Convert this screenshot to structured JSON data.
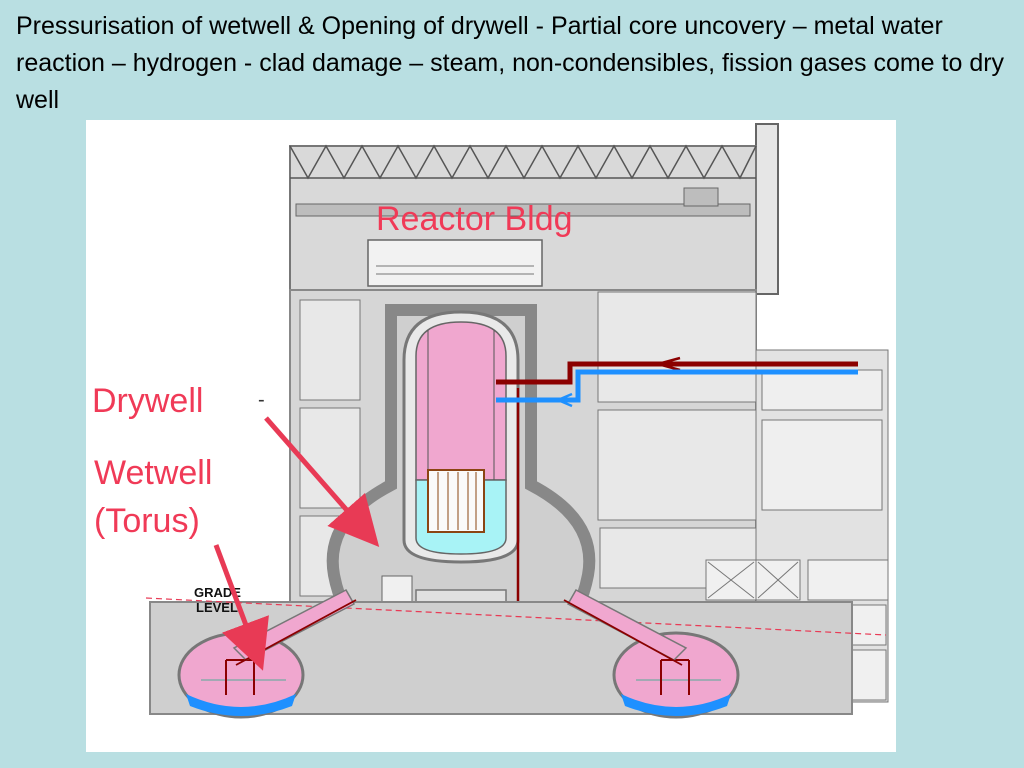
{
  "slide": {
    "title": "Pressurisation of wetwell & Opening of drywell - Partial core uncovery – metal water reaction – hydrogen - clad damage – steam, non-condensibles, fission gases come to dry well"
  },
  "diagram": {
    "building_label": "Reactor Bldg",
    "drywell_label": "Drywell",
    "drywell_dash": "-",
    "wetwell_label_line1": "Wetwell",
    "wetwell_label_line2": "(Torus)",
    "grade_label_line1": "GRADE",
    "grade_label_line2": "LEVEL"
  },
  "colors": {
    "background": "#b9dfe2",
    "label_red": "#f03a57",
    "structure_gray": "#8c8c8c",
    "fill_gray": "#d3d3d3",
    "pink_fluid": "#f0a7cf",
    "water_cyan": "#a8f3f6",
    "pipe_red": "#8b0000",
    "pipe_blue": "#1e90ff",
    "arrow_red": "#e83a55"
  }
}
